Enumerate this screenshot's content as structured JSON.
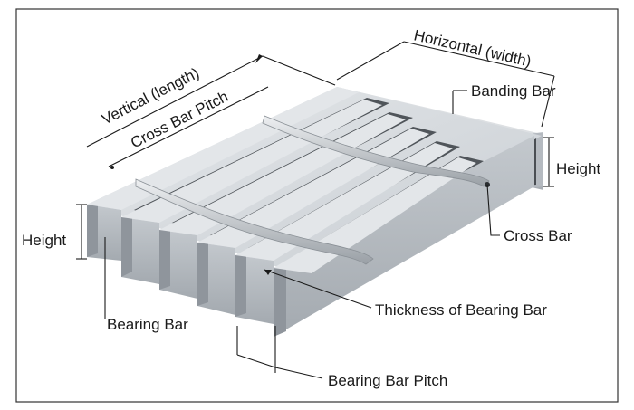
{
  "labels": {
    "horizontal_width": "Horizontal (width)",
    "vertical_length": "Vertical (length)",
    "cross_bar_pitch": "Cross Bar Pitch",
    "banding_bar": "Banding Bar",
    "height_right": "Height",
    "height_left": "Height",
    "cross_bar": "Cross Bar",
    "thickness_of_bearing_bar": "Thickness of Bearing Bar",
    "bearing_bar": "Bearing Bar",
    "bearing_bar_pitch": "Bearing Bar Pitch"
  },
  "colors": {
    "frame_border": "#333333",
    "bar_top": "#d9dde1",
    "bar_face": "#b7bcc2",
    "bar_side": "#8f959c",
    "gap": "#4a4e53",
    "leader": "#1a1a1a"
  }
}
